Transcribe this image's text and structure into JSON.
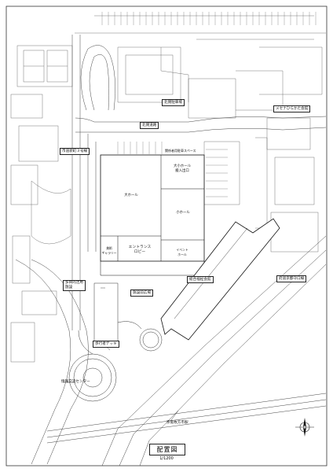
{
  "labels": {
    "north_parking": "北側駐車場",
    "menaza": "メセナひらかた会館",
    "north_road": "北側道路",
    "city_road": "市道新町３号線",
    "related_parking": "関係者用駐車スペース",
    "small_hall_entrance": "大小ホール\n搬入出口",
    "large_hall": "大ホール",
    "small_hall": "小ホール",
    "entrance_lobby": "エントランス\nロビー",
    "gallery": "美術\nギャラリー",
    "event_hall": "イベント\nホール",
    "multipurpose": "多目的活用\n施設",
    "welfare": "総合福祉会館",
    "prefectural_road": "府道京都守口線",
    "facility_plaza": "施設前広場",
    "deck": "歩行者デッキ",
    "info_center": "情報交流センター",
    "station": "京阪枚方市駅",
    "sheet_title": "配置図",
    "scale": "1/1200"
  }
}
